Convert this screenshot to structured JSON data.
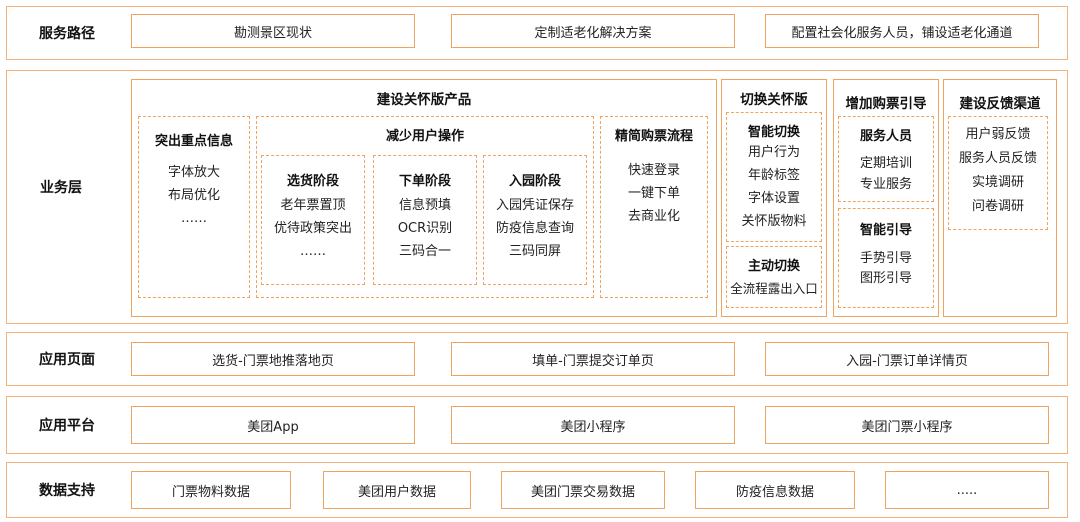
{
  "service_path": {
    "label": "服务路径",
    "items": [
      "勘测景区现状",
      "定制适老化解决方案",
      "配置社会化服务人员，铺设适老化通道"
    ]
  },
  "business": {
    "label": "业务层",
    "care_product": {
      "title": "建设关怀版产品",
      "highlight": {
        "title": "突出重点信息",
        "items": [
          "字体放大",
          "布局优化",
          "……"
        ]
      },
      "reduce_ops": {
        "title": "减少用户操作",
        "stages": [
          {
            "title": "选货阶段",
            "items": [
              "老年票置顶",
              "优待政策突出",
              "……"
            ]
          },
          {
            "title": "下单阶段",
            "items": [
              "信息预填",
              "OCR识别",
              "三码合一"
            ]
          },
          {
            "title": "入园阶段",
            "items": [
              "入园凭证保存",
              "防疫信息查询",
              "三码同屏"
            ]
          }
        ]
      },
      "streamline": {
        "title": "精简购票流程",
        "items": [
          "快速登录",
          "一键下单",
          "去商业化"
        ]
      }
    },
    "switch_care": {
      "title": "切换关怀版",
      "smart": {
        "title": "智能切换",
        "items": [
          "用户行为",
          "年龄标签",
          "字体设置",
          "关怀版物料"
        ]
      },
      "active": {
        "title": "主动切换",
        "items": [
          "全流程露出入口"
        ]
      }
    },
    "purchase_guide": {
      "title": "增加购票引导",
      "staff": {
        "title": "服务人员",
        "items": [
          "定期培训",
          "专业服务"
        ]
      },
      "smart_guide": {
        "title": "智能引导",
        "items": [
          "手势引导",
          "图形引导"
        ]
      }
    },
    "feedback": {
      "title": "建设反馈渠道",
      "items": [
        "用户弱反馈",
        "服务人员反馈",
        "实境调研",
        "问卷调研"
      ]
    }
  },
  "app_pages": {
    "label": "应用页面",
    "items": [
      "选货-门票地推落地页",
      "填单-门票提交订单页",
      "入园-门票订单详情页"
    ]
  },
  "app_platform": {
    "label": "应用平台",
    "items": [
      "美团App",
      "美团小程序",
      "美团门票小程序"
    ]
  },
  "data_support": {
    "label": "数据支持",
    "items": [
      "门票物料数据",
      "美团用户数据",
      "美团门票交易数据",
      "防疫信息数据",
      "....."
    ]
  },
  "colors": {
    "border": "#f0a35e",
    "row_border": "#f5b27a"
  }
}
